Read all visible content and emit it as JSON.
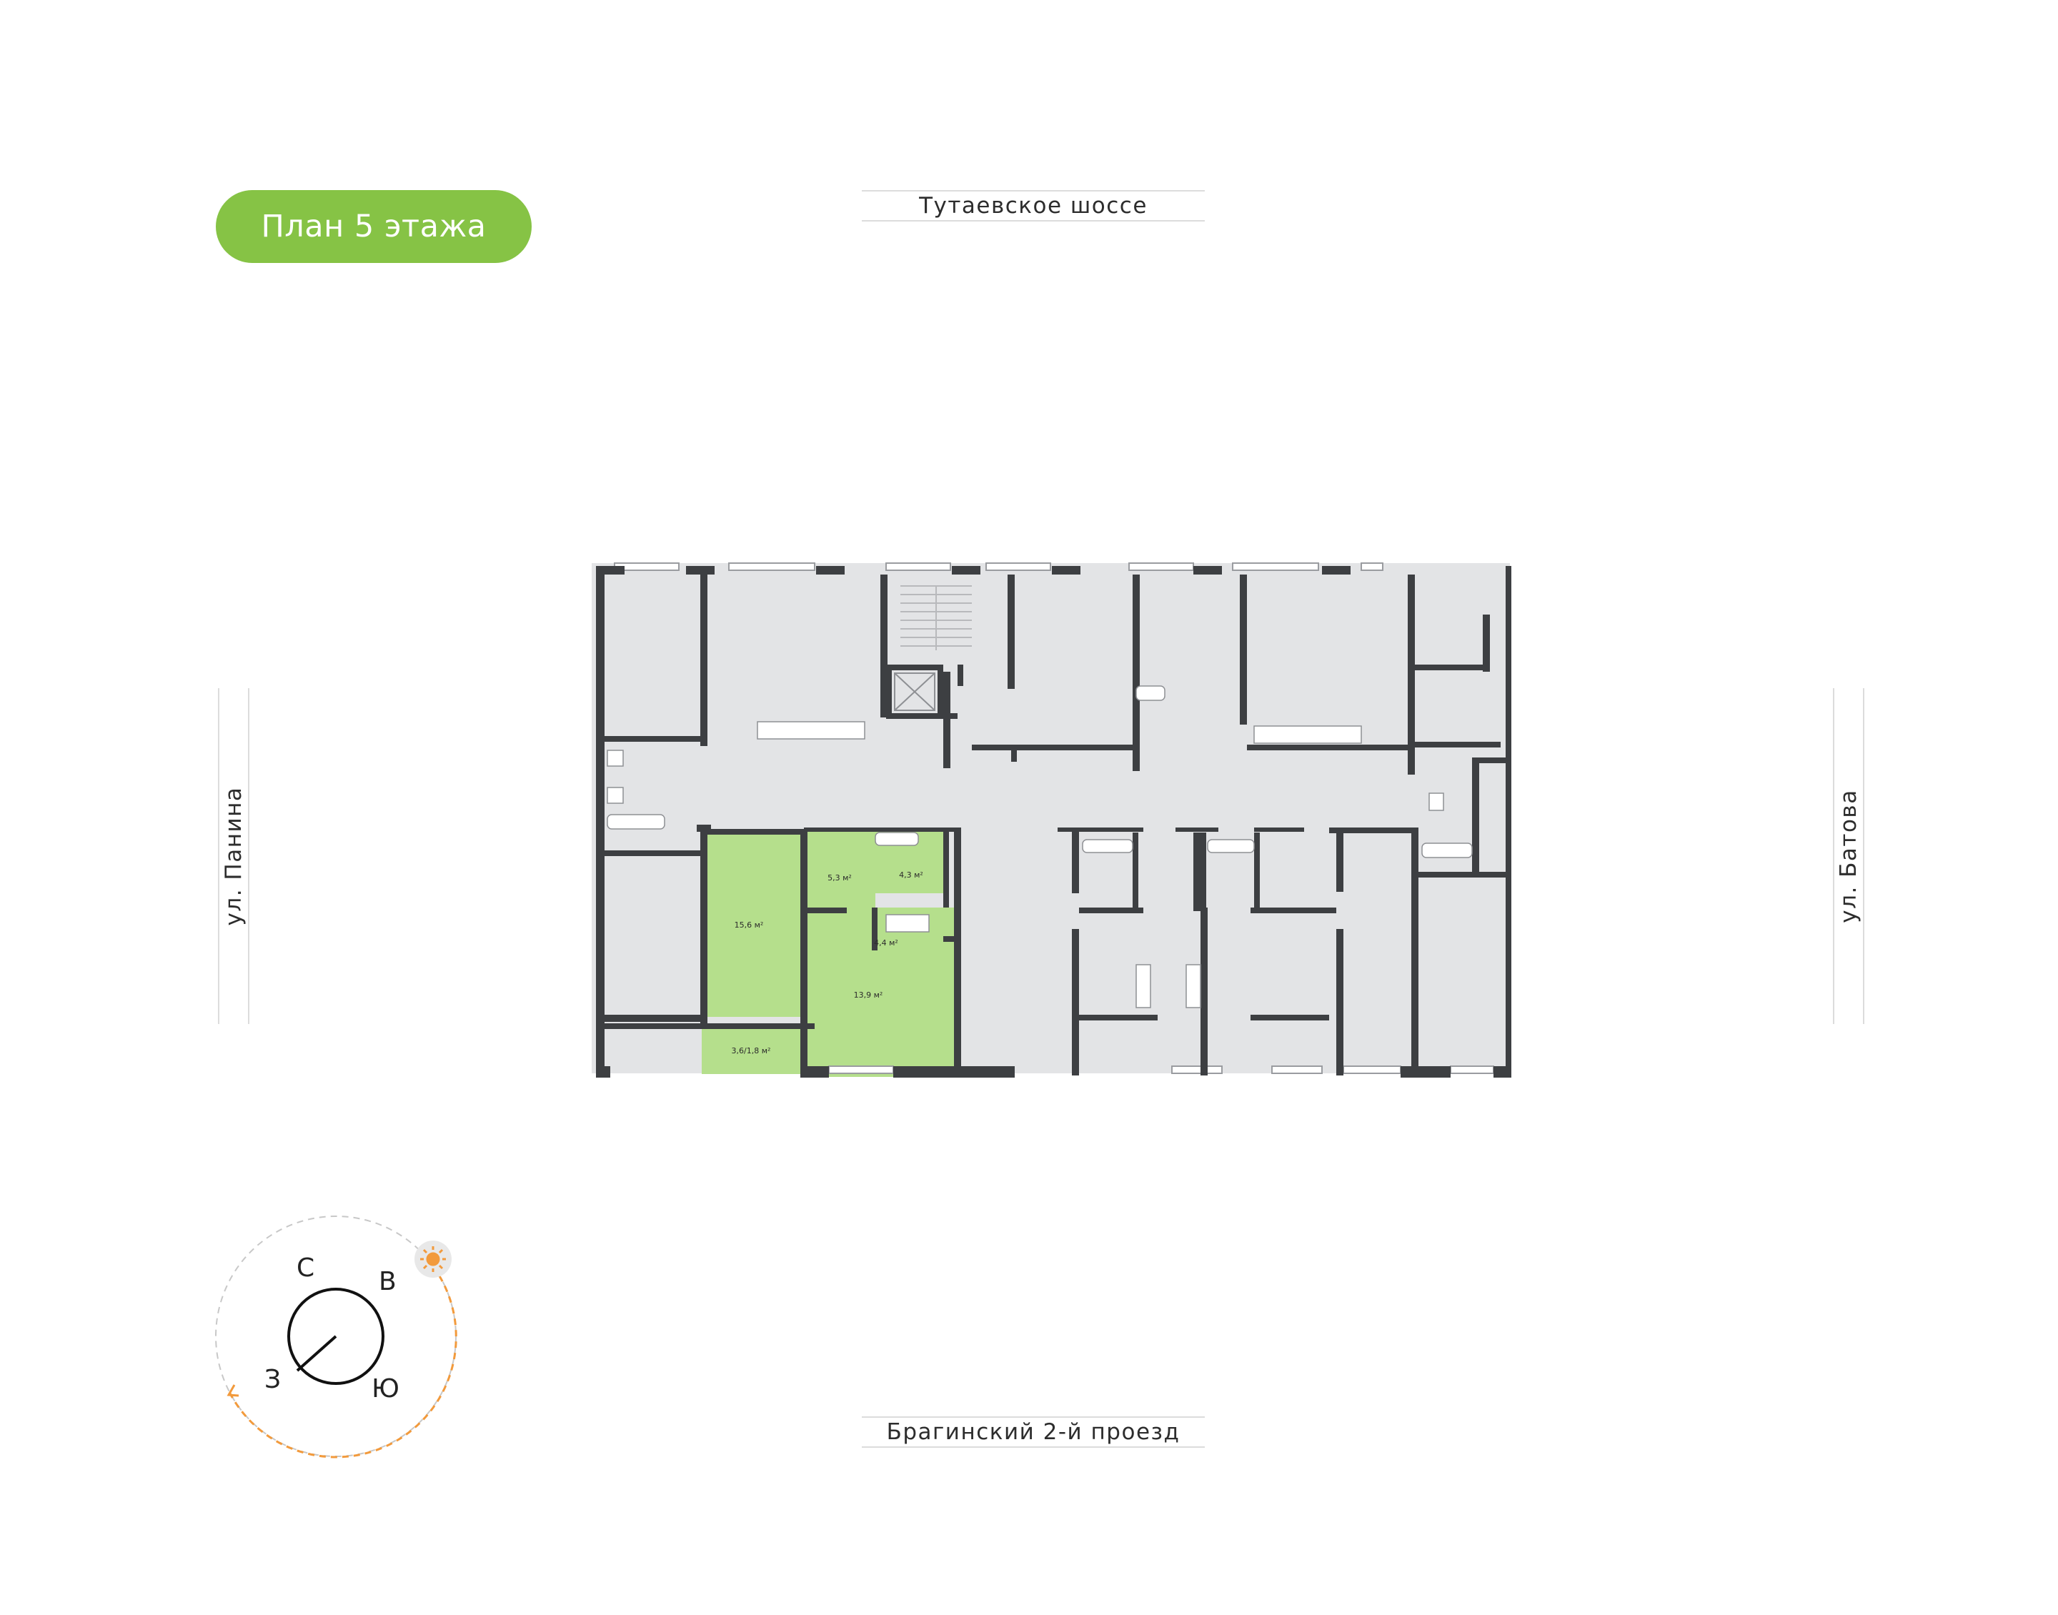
{
  "title": "План 5 этажа",
  "streets": {
    "top": "Тутаевское шоссе",
    "bottom": "Брагинский 2-й проезд",
    "left": "ул. Панина",
    "right": "ул. Батова"
  },
  "rooms": {
    "living_room": "15,6 м²",
    "kitchen_living": "13,9 м²",
    "hall": "5,3 м²",
    "bathroom": "4,3 м²",
    "kitchen_zone": "4,4 м²",
    "balcony": "3,6/1,8 м²"
  },
  "compass": {
    "north": "С",
    "east": "В",
    "south": "Ю",
    "west": "З",
    "sun_icon": "sun-icon"
  },
  "colors": {
    "badge": "#86c345",
    "highlight": "#b5df8c",
    "wall": "#3d3f42",
    "floor": "#e3e4e6",
    "sun_path": "#f29a3c"
  }
}
